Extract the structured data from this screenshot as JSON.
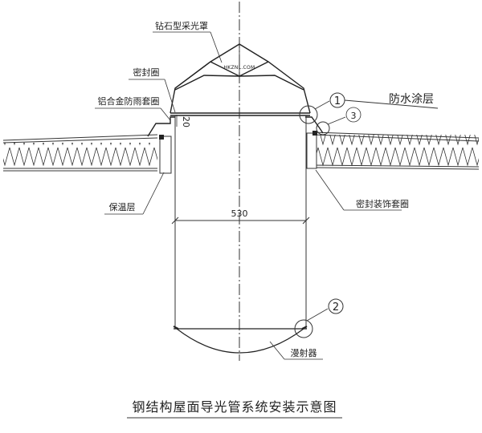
{
  "labels": {
    "dome": "钻石型采光罩",
    "seal_ring": "密封圈",
    "rain_collar": "铝合金防雨套圈",
    "waterproof": "防水涂层",
    "insulation": "保温层",
    "trim_ring": "密封装饰套圈",
    "diffuser": "漫射器"
  },
  "dimensions": {
    "diameter": "530",
    "height": "20"
  },
  "markers": {
    "m1": "1",
    "m2": "2",
    "m3": "3"
  },
  "dome_logo": "HKZNL.COM",
  "title": "钢结构屋面导光管系统安装示意图"
}
